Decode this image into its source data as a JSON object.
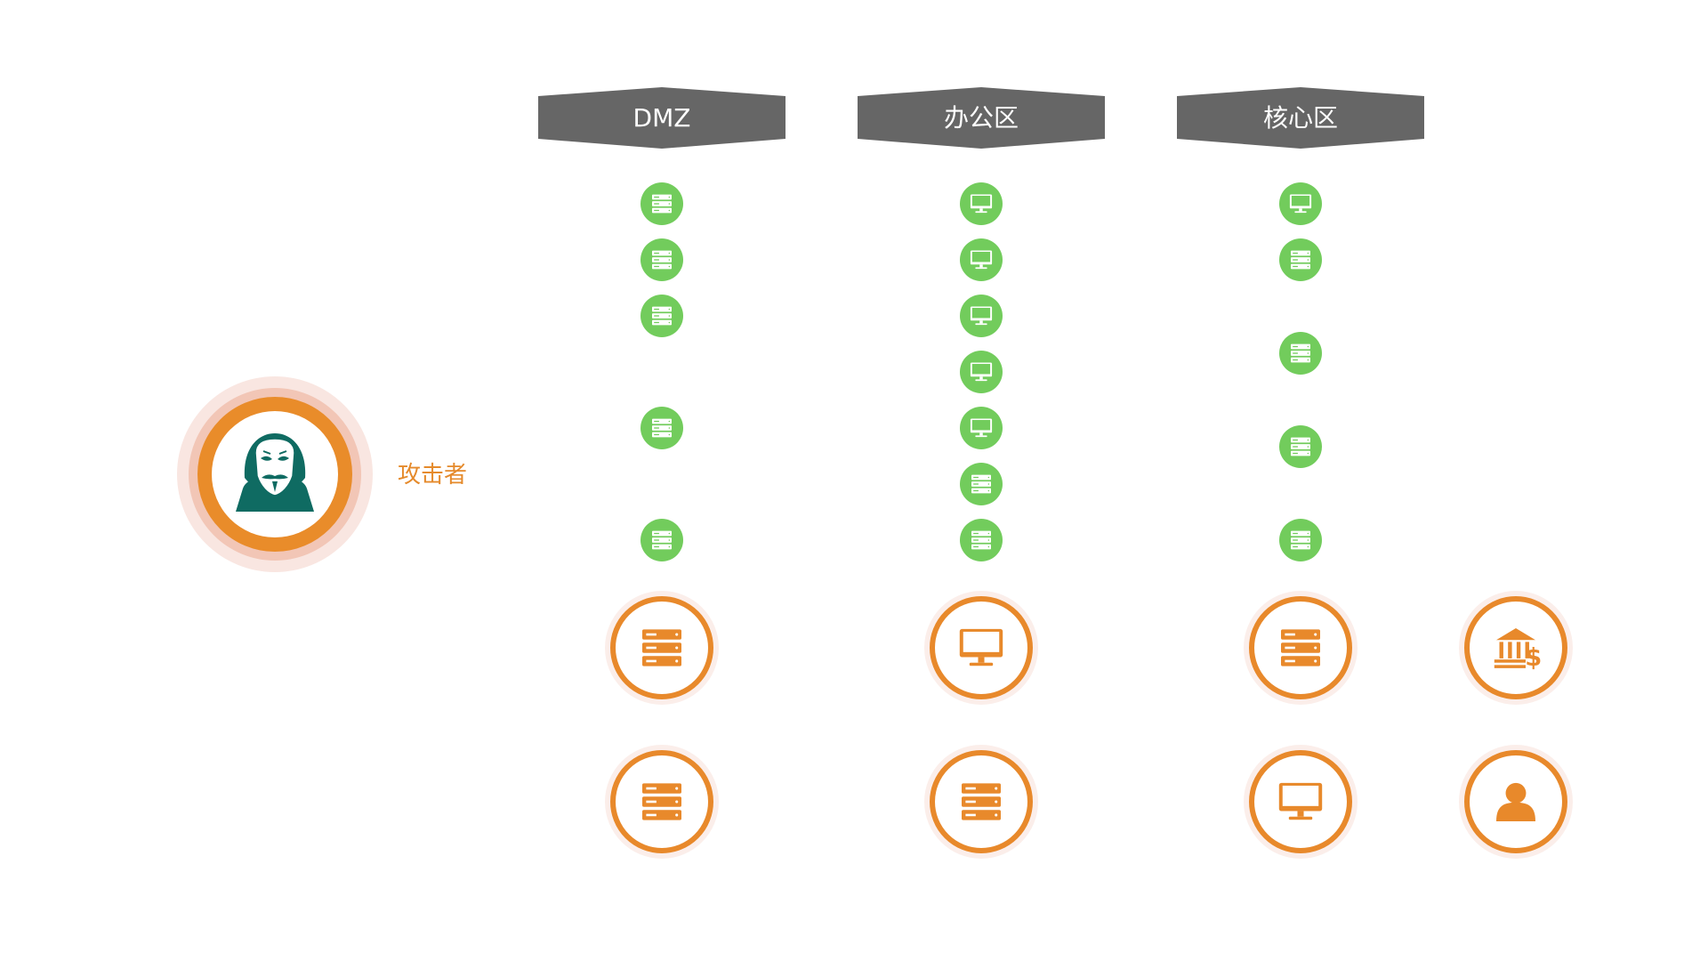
{
  "zones": [
    {
      "label": "DMZ"
    },
    {
      "label": "办公区"
    },
    {
      "label": "核心区"
    }
  ],
  "attacker": {
    "label": "攻击者",
    "icon": "hacker-icon"
  },
  "columns": [
    {
      "zone": "DMZ",
      "nodes": [
        "server",
        "server",
        "server",
        "server",
        "server"
      ],
      "targets": [
        "server",
        "server"
      ]
    },
    {
      "zone": "办公区",
      "nodes": [
        "monitor",
        "monitor",
        "monitor",
        "monitor",
        "monitor",
        "server",
        "server"
      ],
      "targets": [
        "monitor",
        "server"
      ]
    },
    {
      "zone": "核心区",
      "nodes": [
        "monitor",
        "server",
        "server",
        "server",
        "server"
      ],
      "targets": [
        "server",
        "monitor"
      ]
    },
    {
      "zone": "",
      "nodes": [],
      "targets": [
        "bank",
        "user"
      ]
    }
  ],
  "colors": {
    "header": "#666666",
    "node": "#72cc5c",
    "target": "#e8892b",
    "halo": "#f6dcd6",
    "attacker_label": "#e58a2b",
    "hacker": "#0f6b62"
  }
}
